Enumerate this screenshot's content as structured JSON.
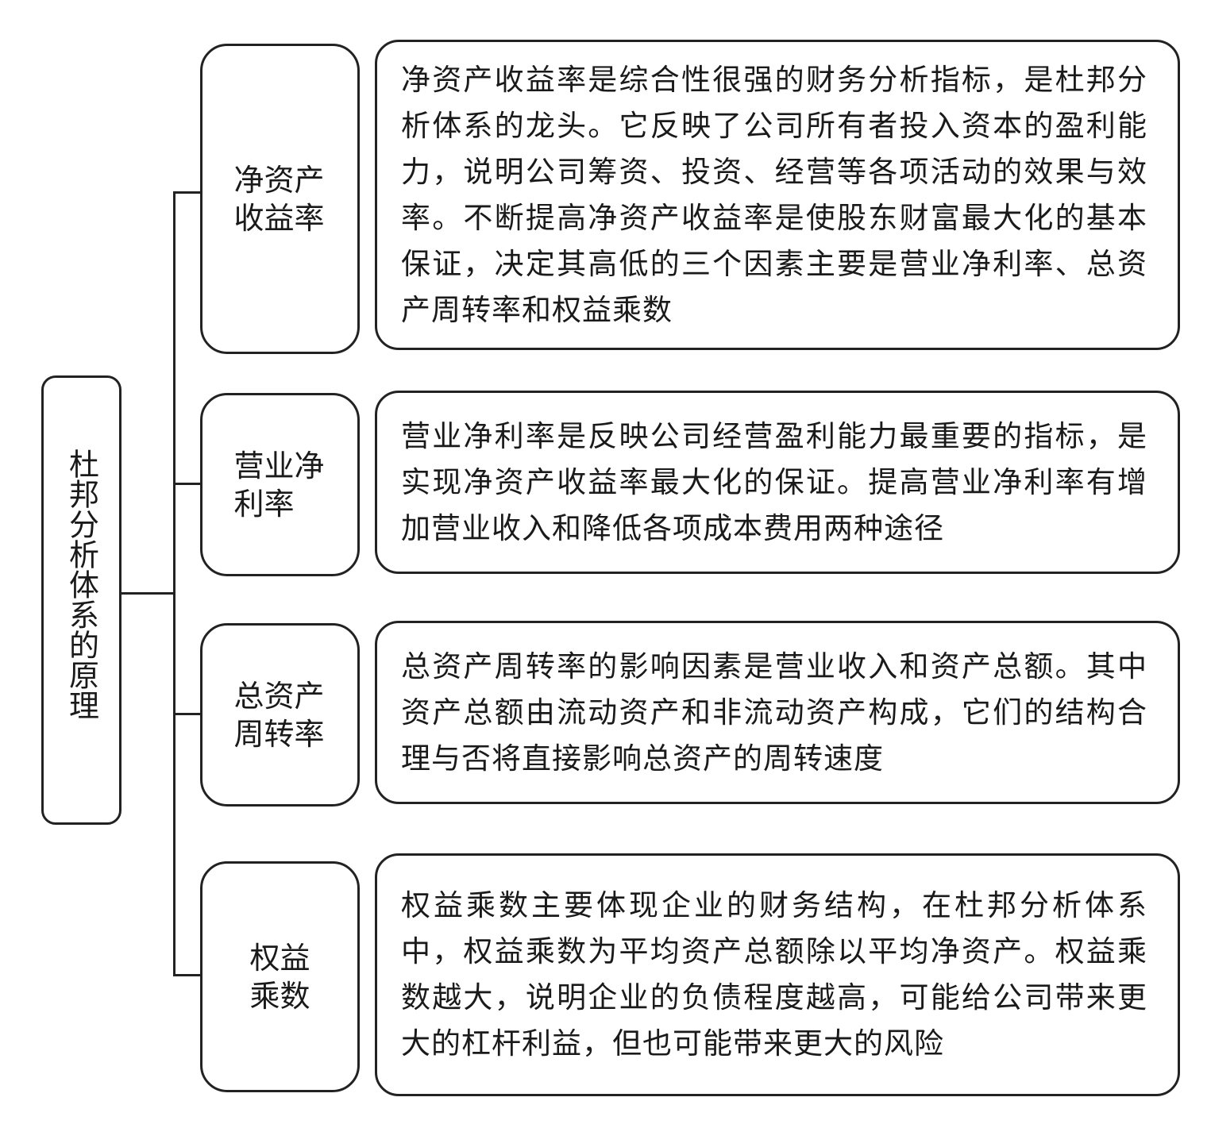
{
  "diagram": {
    "type": "tree",
    "root": {
      "label": "杜邦分析体系的原理"
    },
    "branches": [
      {
        "label": "净资产\n收益率",
        "description": "净资产收益率是综合性很强的财务分析指标，是杜邦分析体系的龙头。它反映了公司所有者投入资本的盈利能力，说明公司筹资、投资、经营等各项活动的效果与效率。不断提高净资产收益率是使股东财富最大化的基本保证，决定其高低的三个因素主要是营业净利率、总资产周转率和权益乘数"
      },
      {
        "label": "营业净\n利率",
        "description": "营业净利率是反映公司经营盈利能力最重要的指标，是实现净资产收益率最大化的保证。提高营业净利率有增加营业收入和降低各项成本费用两种途径"
      },
      {
        "label": "总资产\n周转率",
        "description": "总资产周转率的影响因素是营业收入和资产总额。其中资产总额由流动资产和非流动资产构成，它们的结构合理与否将直接影响总资产的周转速度"
      },
      {
        "label": "权益\n乘数",
        "description": "权益乘数主要体现企业的财务结构，在杜邦分析体系中，权益乘数为平均资产总额除以平均净资产。权益乘数越大，说明企业的负债程度越高，可能给公司带来更大的杠杆利益，但也可能带来更大的风险"
      }
    ]
  },
  "colors": {
    "stroke": "#222222",
    "text": "#1a1a1a",
    "background": "#ffffff"
  }
}
